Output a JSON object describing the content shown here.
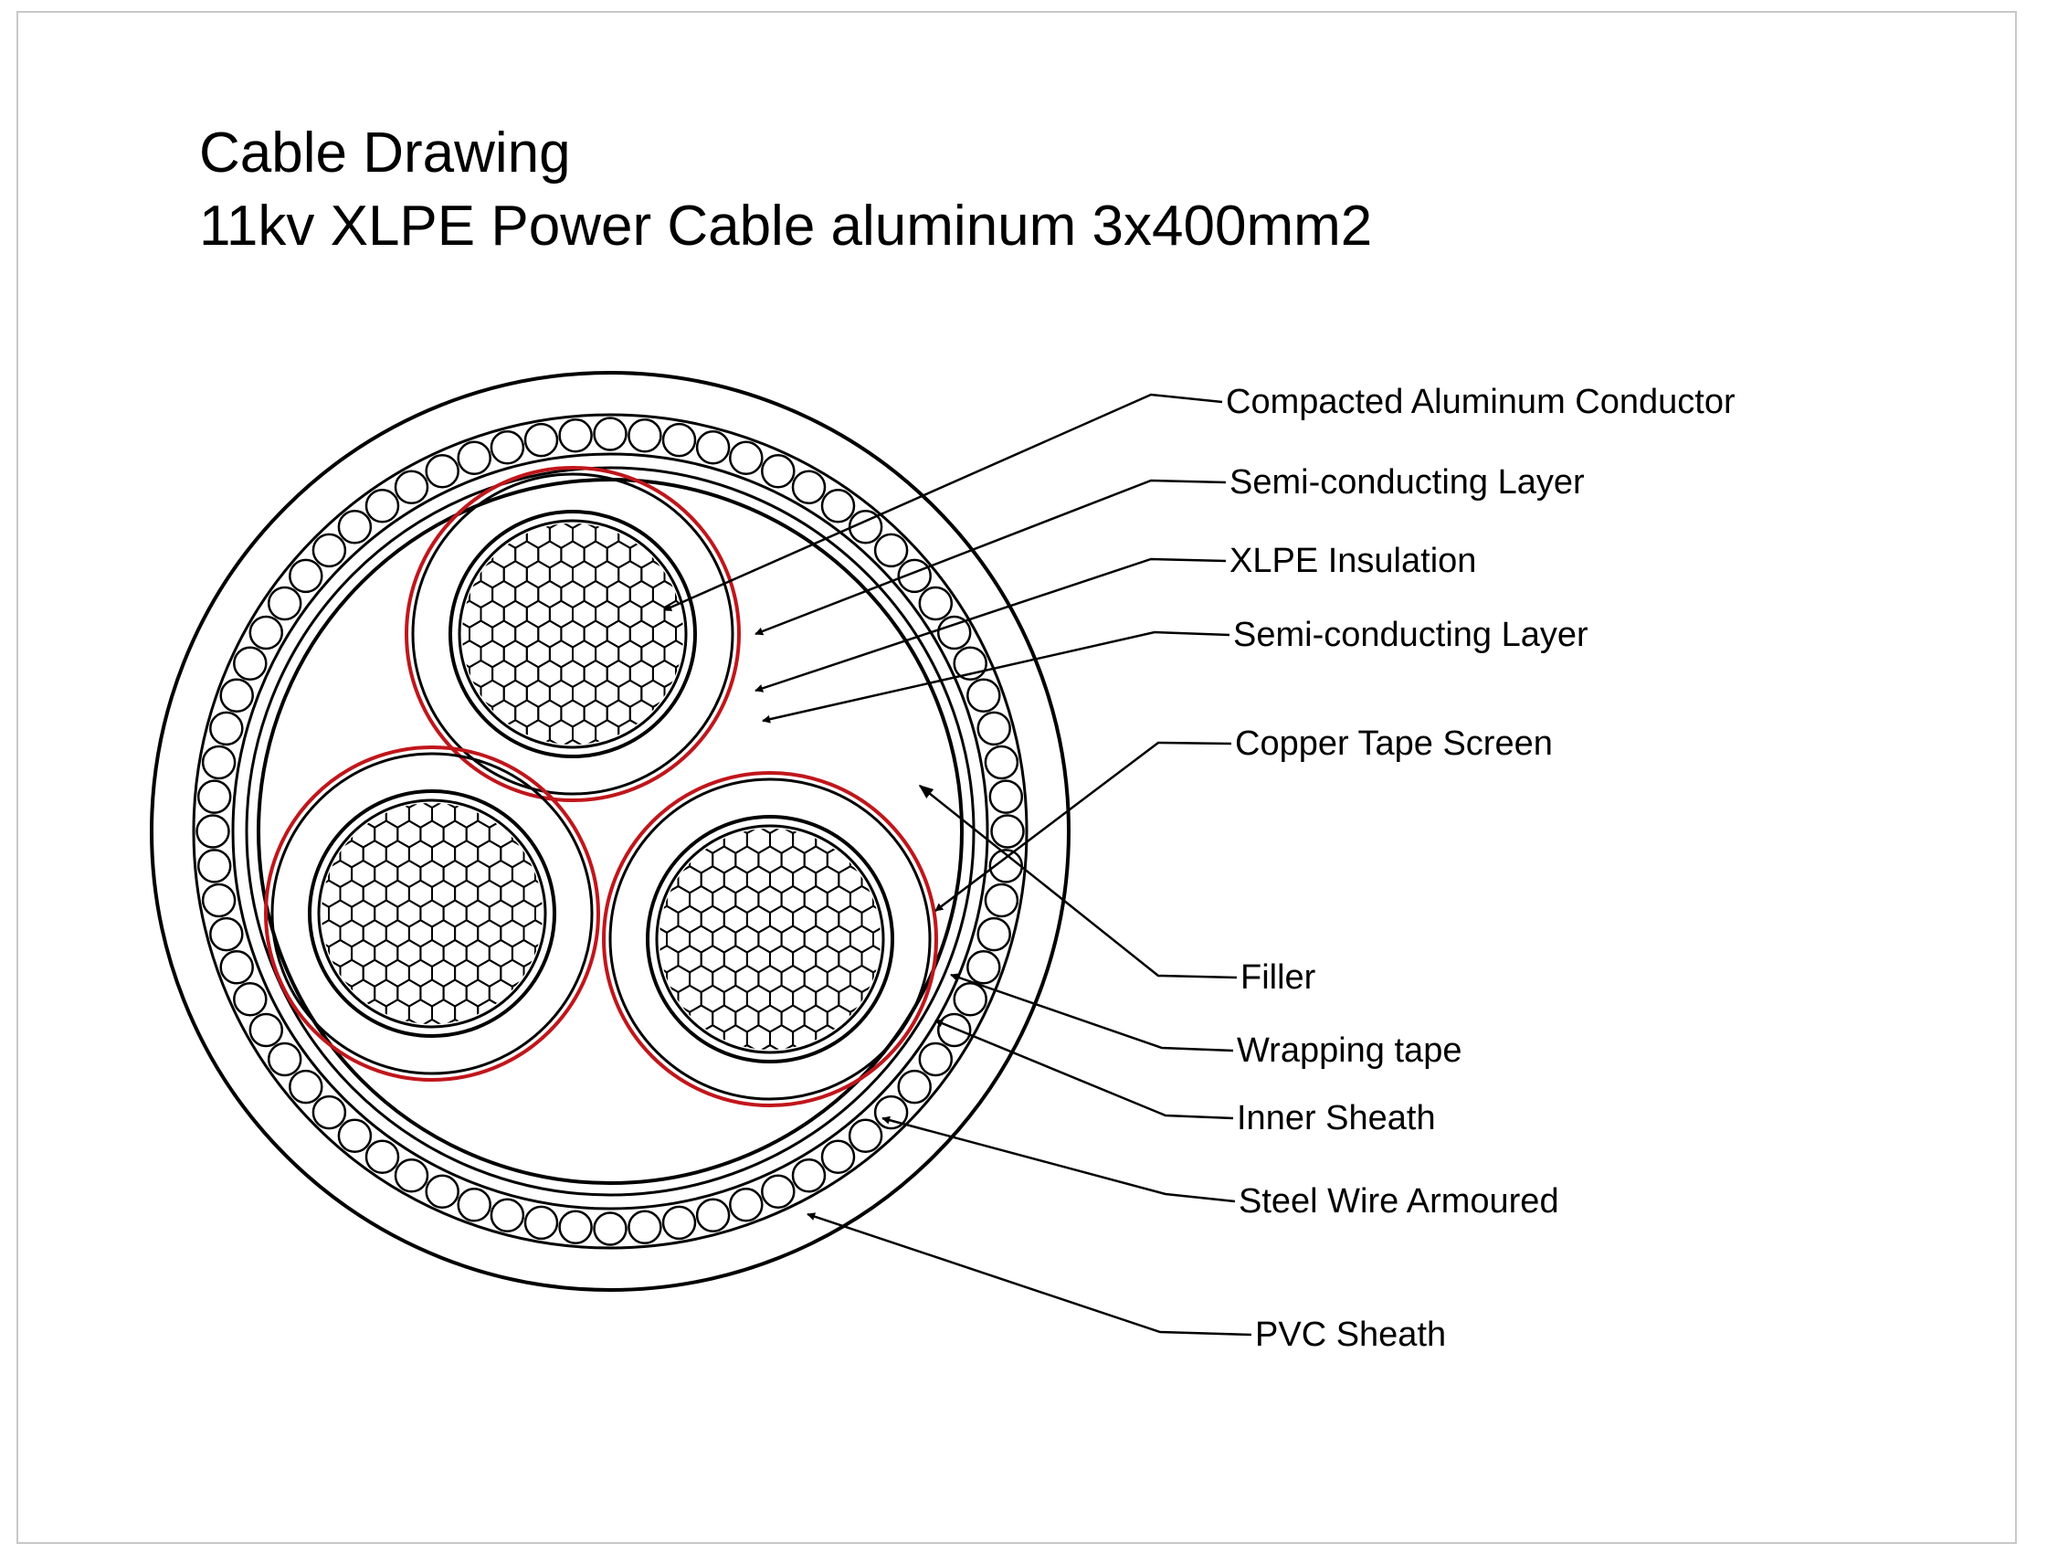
{
  "title": {
    "line1": "Cable Drawing",
    "line2": "11kv XLPE Power Cable aluminum 3x400mm2"
  },
  "colors": {
    "ink": "#000000",
    "insulation_screen": "#c0161b",
    "sheet_border": "#c8c8c8"
  },
  "callouts": [
    "Compacted Aluminum Conductor",
    "Semi-conducting Layer",
    "XLPE Insulation",
    "Semi-conducting Layer",
    "Copper Tape Screen",
    "Filler",
    "Wrapping tape",
    "Inner Sheath",
    "Steel Wire Armoured",
    "PVC Sheath"
  ],
  "structure": {
    "cores": 3,
    "armour_wires": 72
  }
}
